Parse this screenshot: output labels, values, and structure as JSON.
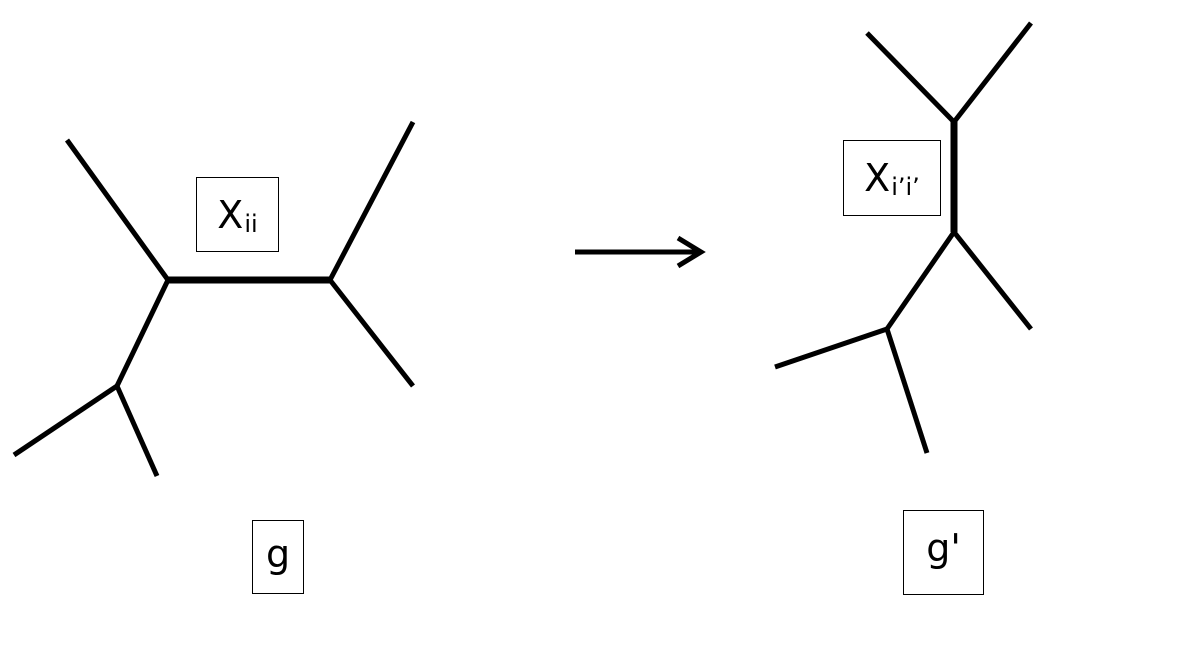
{
  "left_tree": {
    "edge_label": {
      "main": "X",
      "subscript": "ii"
    },
    "tree_label": "g"
  },
  "right_tree": {
    "edge_label": {
      "main": "X",
      "subscript": "i’i’"
    },
    "tree_label": "g'"
  },
  "colors": {
    "stroke": "#000000",
    "background": "#ffffff"
  }
}
